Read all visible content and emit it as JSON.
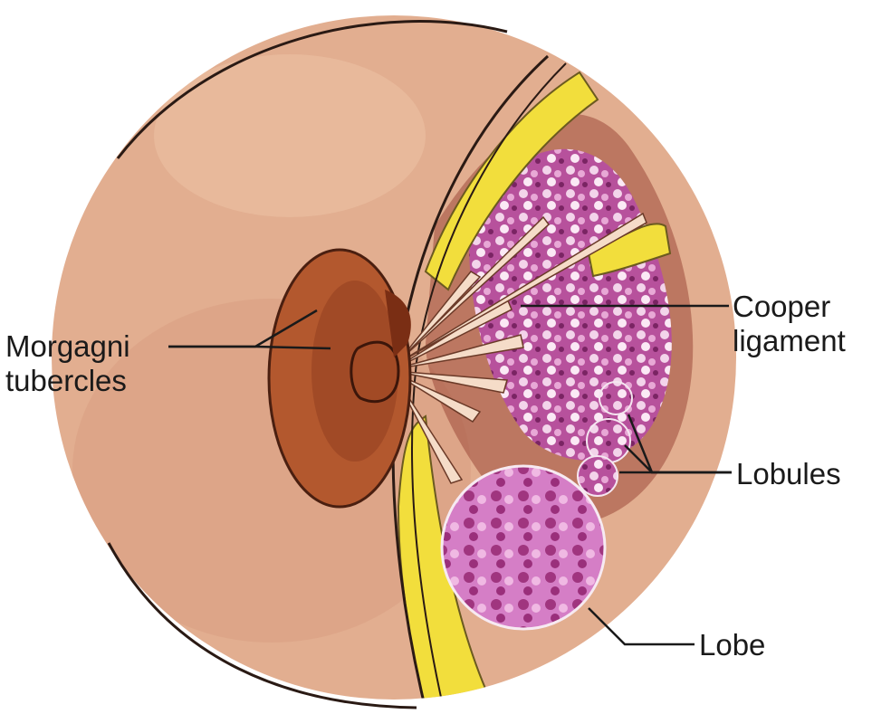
{
  "labels": {
    "morgagni": {
      "line1": "Morgagni",
      "line2": "tubercles"
    },
    "cooper": {
      "line1": "Cooper",
      "line2": "ligament"
    },
    "lobules": "Lobules",
    "lobe": "Lobe"
  },
  "colors": {
    "skin": "#e2ae90",
    "skin_dark": "#c98f73",
    "areola": "#b3582e",
    "areola_dark": "#7a2e14",
    "fat": "#f2de3c",
    "lobule": "#c96ab0",
    "lobule_dark": "#8f2f76",
    "lobe": "#cf6fbe",
    "ligament": "#f5dcc8",
    "outline": "#2a1a14"
  }
}
